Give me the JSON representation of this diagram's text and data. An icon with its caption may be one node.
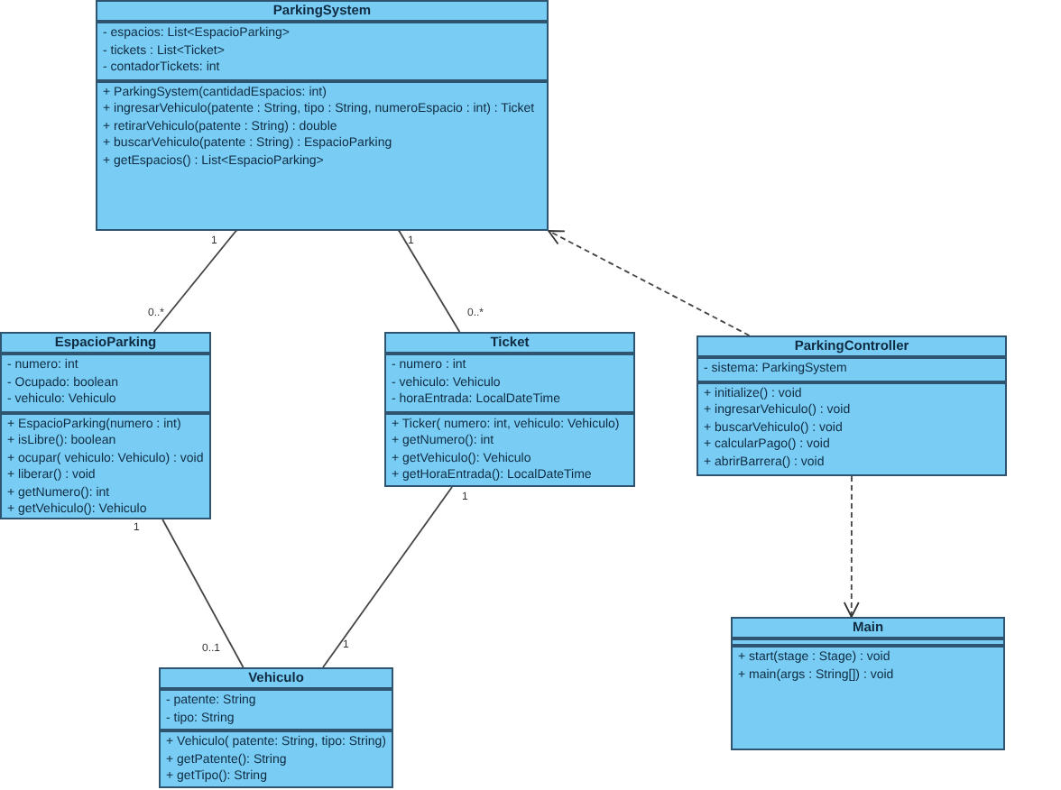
{
  "diagram": {
    "nodes": [
      {
        "text": [
          "ParkingSystem"
        ]
      },
      {
        "text": [
          "- espacios: List<EspacioParking>",
          "- tickets : List<Ticket>",
          "- contadorTickets: int"
        ],
        "in": 0
      },
      {
        "text": [
          "+ ParkingSystem(cantidadEspacios: int)",
          "+ ingresarVehiculo(patente : String, tipo : String, numeroEspacio : int) : Ticket",
          "+ retirarVehiculo(patente : String) : double",
          "+ buscarVehiculo(patente : String) : EspacioParking",
          "+ getEspacios() : List<EspacioParking>"
        ],
        "in": 0
      },
      {
        "text": [
          "EspacioParking"
        ]
      },
      {
        "text": [
          "- numero: int",
          "- Ocupado: boolean",
          "- vehiculo: Vehiculo"
        ],
        "in": 3
      },
      {
        "text": [
          "+ EspacioParking(numero : int)",
          "+ isLibre(): boolean",
          "+ ocupar( vehiculo: Vehiculo) : void",
          "+ liberar() : void",
          "+ getNumero(): int",
          "+ getVehiculo(): Vehiculo"
        ],
        "in": 3
      },
      {
        "text": [
          "Ticket"
        ]
      },
      {
        "text": [
          "- numero : int",
          "- vehiculo: Vehiculo",
          "- horaEntrada: LocalDateTime"
        ],
        "in": 6
      },
      {
        "text": [
          "+ Ticker( numero: int, vehiculo: Vehiculo)",
          "+ getNumero(): int",
          "+ getVehiculo(): Vehiculo",
          "+ getHoraEntrada(): LocalDateTime"
        ],
        "in": 6
      },
      {
        "text": [
          "ParkingController"
        ]
      },
      {
        "text": [
          "- sistema: ParkingSystem"
        ],
        "in": 9
      },
      {
        "text": [
          "+ initialize() : void",
          "+ ingresarVehiculo() : void",
          "+ buscarVehiculo() : void",
          "+ calcularPago() : void",
          "+ abrirBarrera() : void"
        ],
        "in": 9
      },
      {
        "text": [
          "Main"
        ]
      },
      {
        "text": [],
        "shape": "box",
        "in": 12
      },
      {
        "text": [
          "+ start(stage : Stage) : void",
          "+ main(args : String[]) : void"
        ],
        "in": 12
      },
      {
        "text": [
          "Vehiculo"
        ]
      },
      {
        "text": [
          "- patente: String",
          "- tipo: String"
        ],
        "in": 15
      },
      {
        "text": [
          "+ Vehiculo( patente: String, tipo: String)",
          "+ getPatente(): String",
          "+ getTipo(): String"
        ],
        "in": 15
      }
    ],
    "edges": [
      {
        "from": 0,
        "to": 3,
        "arrow": "other"
      },
      {
        "from": 0,
        "to": 6,
        "arrow": "other"
      },
      {
        "from": 9,
        "to": 0,
        "arrow": "to",
        "style": "dashed"
      },
      {
        "from": 9,
        "to": 12,
        "arrow": "to",
        "style": "dashed"
      },
      {
        "from": 3,
        "to": 15,
        "arrow": "none"
      },
      {
        "from": 6,
        "to": 15,
        "arrow": "none"
      }
    ],
    "labels": [
      "1",
      "0..*",
      "1",
      "0..*",
      "1",
      "0..1",
      "1",
      "1"
    ]
  }
}
